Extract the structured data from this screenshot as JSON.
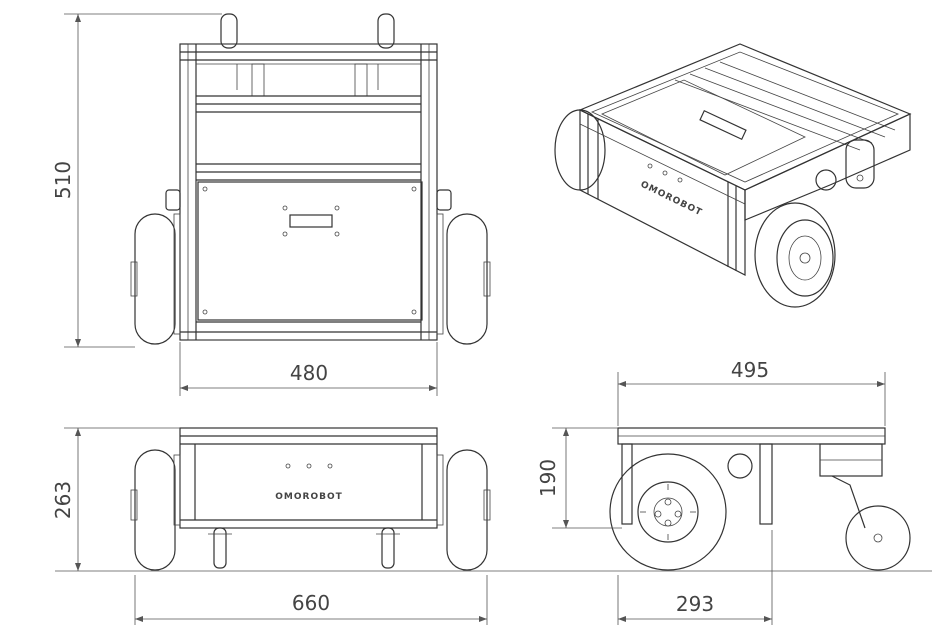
{
  "dimensions": {
    "top_height": "510",
    "top_width": "480",
    "front_height": "263",
    "front_width": "660",
    "side_height": "190",
    "side_length": "495",
    "side_wheel_offset": "293"
  },
  "logo_text": "OMOROBOT",
  "colors": {
    "line": "#333333",
    "background": "#ffffff"
  }
}
